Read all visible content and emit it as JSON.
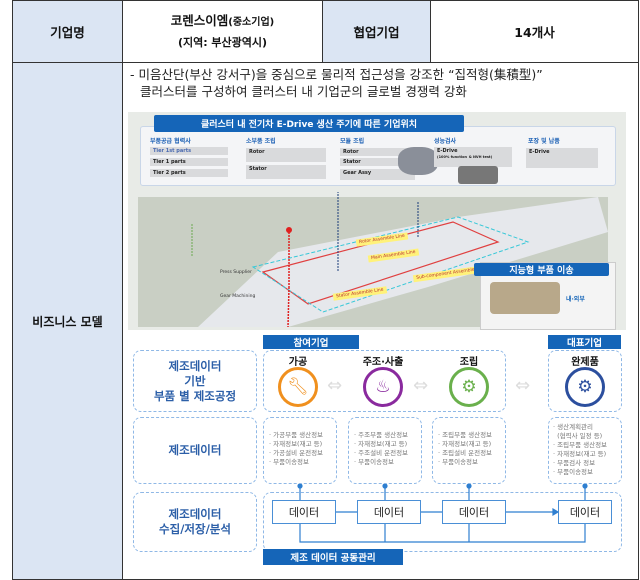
{
  "header": {
    "company_label": "기업명",
    "company_name": "코렌스이엠",
    "company_type": "(중소기업)",
    "company_region": "(지역: 부산광역시)",
    "partner_label": "협업기업",
    "partner_count": "14개사"
  },
  "business": {
    "label": "비즈니스 모델",
    "description_line1": "- 미음산단(부산 강서구)을 중심으로 물리적 접근성을 강조한 “집적형(集積型)”",
    "description_line2": "클러스터를 구성하여 클러스터 내 기업군의 글로벌 경쟁력 강화"
  },
  "cluster_map": {
    "title": "클러스터 내 전기차 E-Drive 생산 주기에 따른 기업위치",
    "stages": [
      {
        "title": "부품공급 협력사",
        "items": [
          "Tier 1st parts",
          "Tier 1 parts",
          "Tier 2 parts"
        ]
      },
      {
        "title": "소부품 조립",
        "items": [
          "Rotor",
          "Stator"
        ]
      },
      {
        "title": "모듈 조립",
        "items": [
          "Rotor",
          "Stator",
          "Gear Assy"
        ]
      },
      {
        "title": "성능검사",
        "items": [
          "E-Drive",
          "(100% function",
          "& NVH test)"
        ]
      },
      {
        "title": "포장 및 납품",
        "items": [
          "E-Drive"
        ]
      }
    ],
    "lines": [
      "Rotor Assemble Line",
      "Main Assemble Line",
      "Sub-component Assemble Line",
      "Stator Assemble Line"
    ],
    "areas": [
      "Press Supplier",
      "Gear Machining"
    ],
    "transport_title": "지능형 부품 이송",
    "transport_label": "내·외부"
  },
  "process": {
    "participants_tab": "참여기업",
    "representative_tab": "대표기업",
    "row1_title": "제조데이터\n기반\n부품 별 제조공정",
    "row2_title": "제조데이터",
    "row3_title": "제조데이터\n수집/저장/분석",
    "steps": [
      {
        "name": "가공",
        "icon": "wrench-icon",
        "color": "#f0901e",
        "data": [
          "· 가공부품 생산정보",
          "· 자재정보(재고 등)",
          "· 가공설비 운전정보",
          "· 부품이송정보"
        ]
      },
      {
        "name": "주조·사출",
        "icon": "casting-icon",
        "color": "#8a2a9e",
        "data": [
          "· 주조부품 생산정보",
          "· 자재정보(재고 등)",
          "· 주조설비 운전정보",
          "· 부품이송정보"
        ]
      },
      {
        "name": "조립",
        "icon": "robot-arm-icon",
        "color": "#6ab04c",
        "data": [
          "· 조립부품 생산정보",
          "· 자재정보(재고 등)",
          "· 조립설비 운전정보",
          "· 부품이송정보"
        ]
      },
      {
        "name": "완제품",
        "icon": "robots-icon",
        "color": "#2c4f9e",
        "data": [
          "· 생산계획관리",
          "  (협력사 일정 등)",
          "· 조립부품 생산정보",
          "· 자재정보(재고 등)",
          "· 부품검사 정보",
          "· 부품이송정보"
        ]
      }
    ],
    "data_label": "데이터",
    "shared_tab": "제조 데이터 공동관리"
  }
}
